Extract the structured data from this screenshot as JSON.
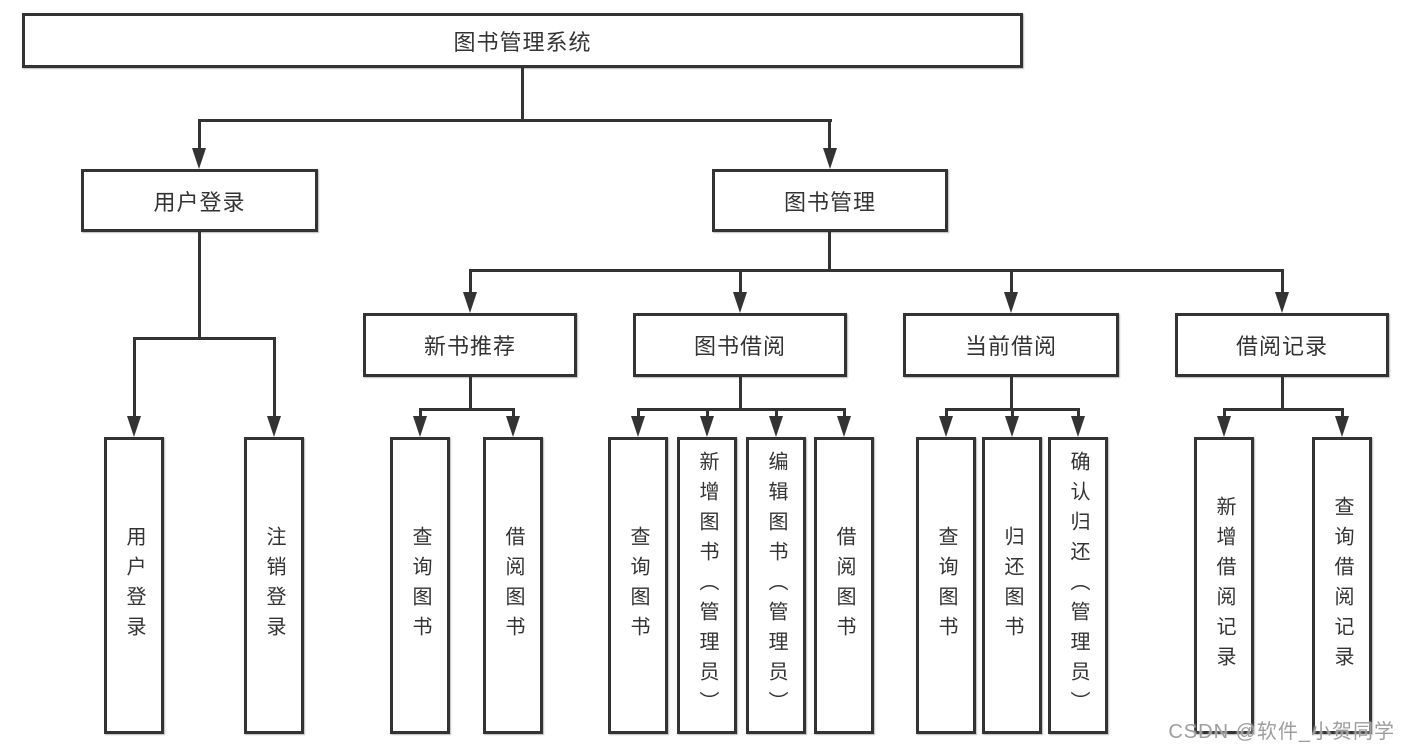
{
  "tree": {
    "root": {
      "label": "图书管理系统"
    },
    "user_login": {
      "label": "用户登录",
      "children": [
        {
          "label": "用户登录"
        },
        {
          "label": "注销登录"
        }
      ]
    },
    "book_management": {
      "label": "图书管理",
      "sections": {
        "new_book_recommend": {
          "label": "新书推荐",
          "children": [
            {
              "label": "查询图书"
            },
            {
              "label": "借阅图书"
            }
          ]
        },
        "book_borrowing": {
          "label": "图书借阅",
          "children": [
            {
              "label": "查询图书"
            },
            {
              "label": "新增图书（管理员）"
            },
            {
              "label": "编辑图书（管理员）"
            },
            {
              "label": "借阅图书"
            }
          ]
        },
        "current_borrowing": {
          "label": "当前借阅",
          "children": [
            {
              "label": "查询图书"
            },
            {
              "label": "归还图书"
            },
            {
              "label": "确认归还（管理员）"
            }
          ]
        },
        "borrowing_records": {
          "label": "借阅记录",
          "children": [
            {
              "label": "新增借阅记录"
            },
            {
              "label": "查询借阅记录"
            }
          ]
        }
      }
    }
  },
  "watermark": {
    "text": "CSDN @软件_小贺同学"
  },
  "colors": {
    "line": "#333333",
    "text": "#333333",
    "background": "#ffffff",
    "watermark": "#9e9e9e"
  }
}
